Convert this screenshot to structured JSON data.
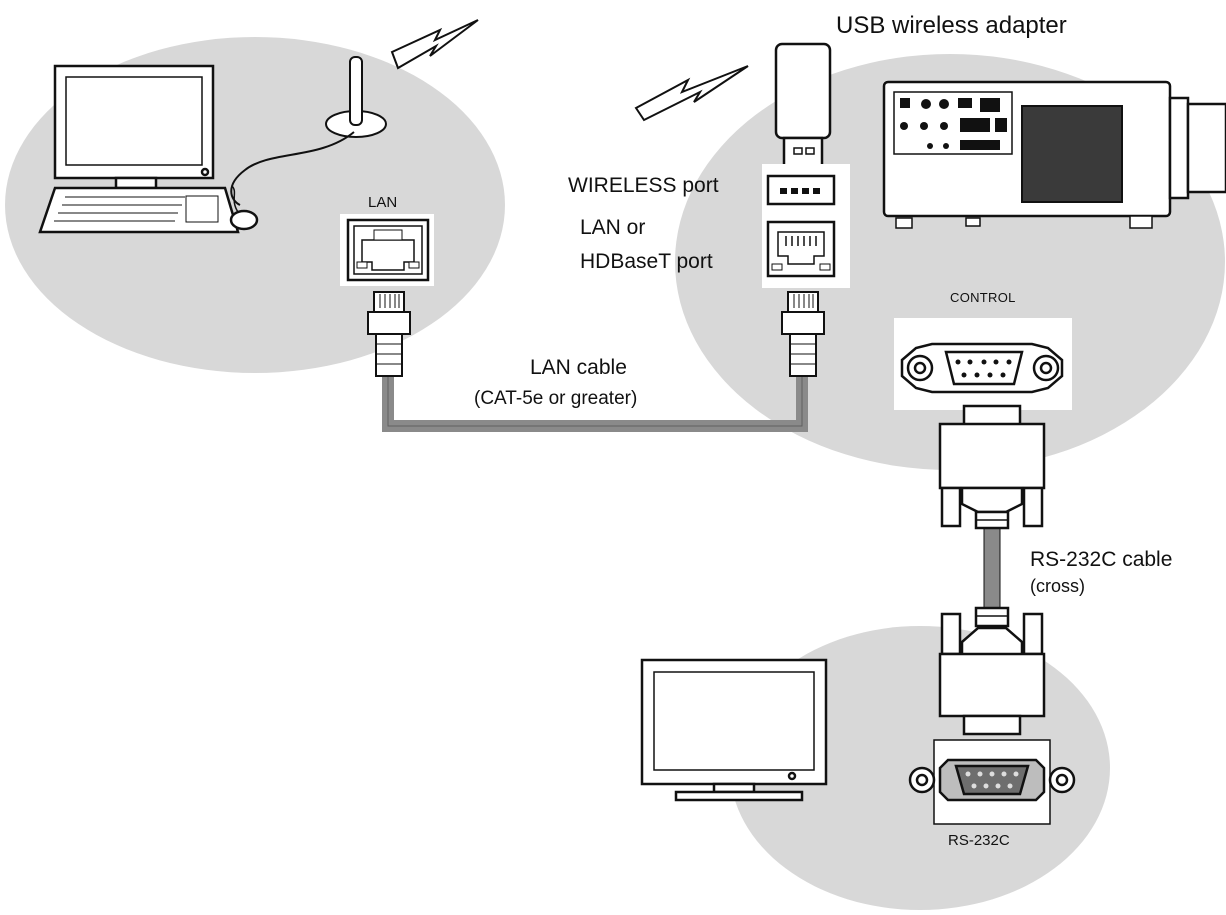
{
  "labels": {
    "usb_adapter": "USB wireless adapter",
    "wireless_port": "WIRELESS port",
    "lan_or": "LAN or",
    "hdbaset_port": "HDBaseT port",
    "lan": "LAN",
    "control": "CONTROL",
    "lan_cable": "LAN cable",
    "lan_cable_spec": "(CAT-5e or greater)",
    "rs232c_cable": "RS-232C cable",
    "rs232c_cable_spec": "(cross)",
    "rs232c": "RS-232C"
  },
  "colors": {
    "zone_fill": "#d8d8d8",
    "cable": "#8a8a8a",
    "line": "#111111",
    "panel": "#ffffff"
  },
  "icons": {
    "computer": "desktop-computer-icon",
    "antenna": "wireless-antenna-icon",
    "signal": "lightning-signal-icon",
    "usb": "usb-adapter-icon",
    "projector": "projector-icon",
    "monitor": "monitor-icon",
    "rj45": "rj45-plug-icon",
    "db9": "db9-connector-icon"
  }
}
